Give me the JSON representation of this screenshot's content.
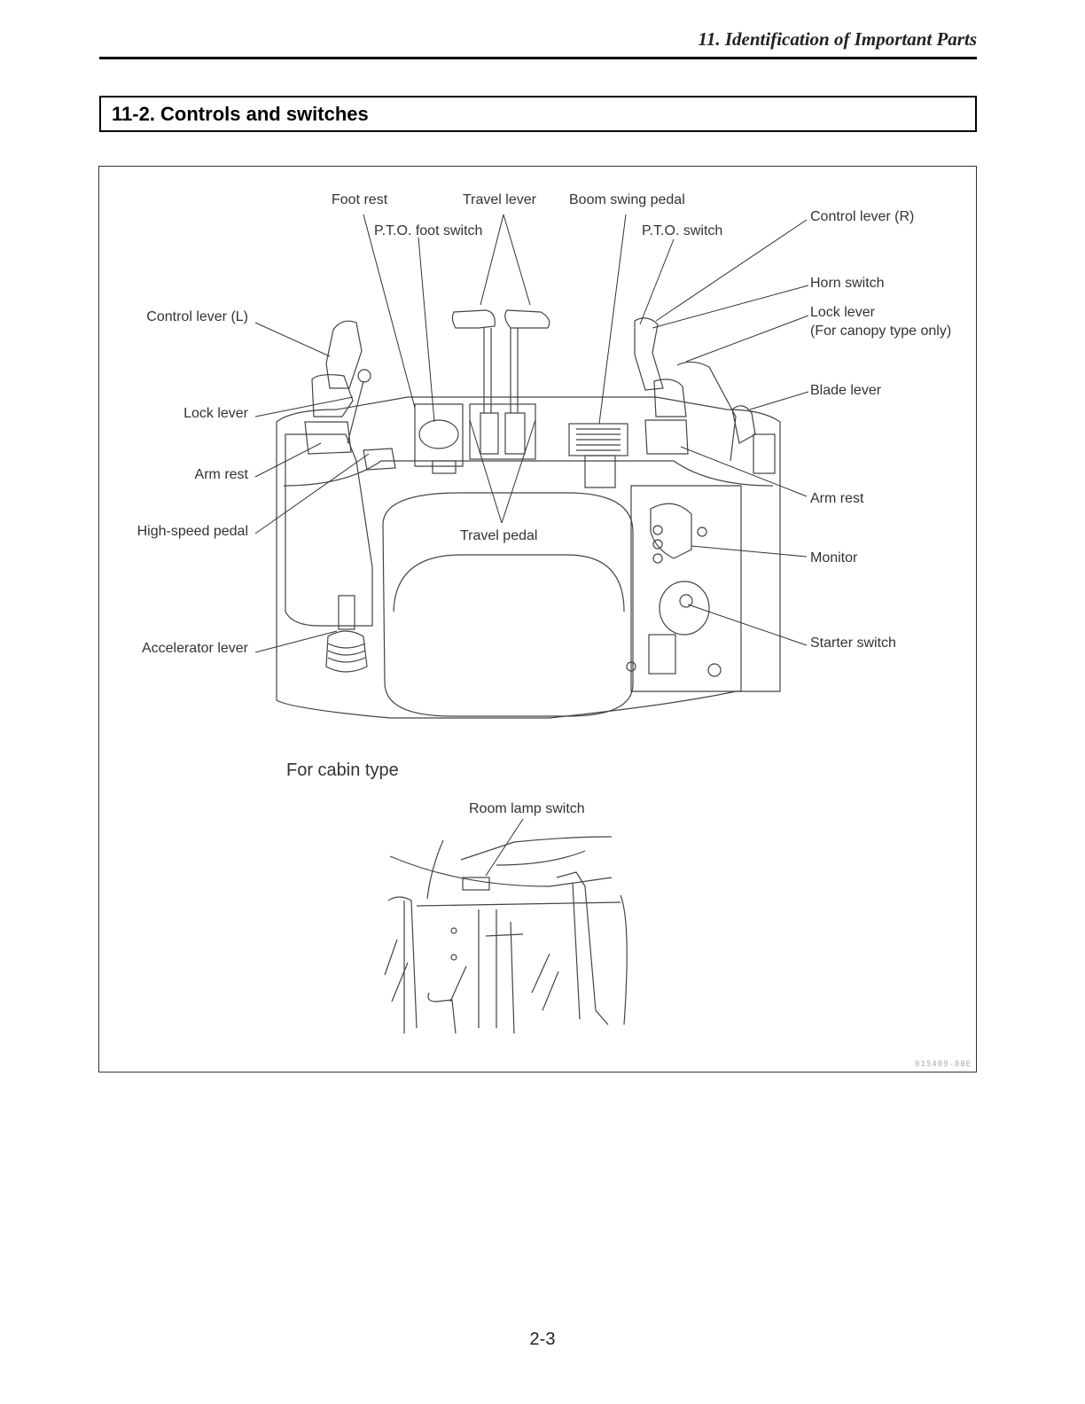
{
  "header": {
    "chapter": "11. Identification of Important Parts"
  },
  "section": {
    "title": "11-2. Controls and switches"
  },
  "figure": {
    "labels": {
      "foot_rest": "Foot rest",
      "travel_lever": "Travel lever",
      "boom_swing_pedal": "Boom swing pedal",
      "pto_foot_switch": "P.T.O. foot switch",
      "pto_switch": "P.T.O. switch",
      "control_lever_r": "Control lever (R)",
      "horn_switch": "Horn switch",
      "lock_lever_r": "Lock lever",
      "lock_lever_r_note": "(For canopy type only)",
      "blade_lever": "Blade lever",
      "arm_rest_r": "Arm rest",
      "monitor": "Monitor",
      "starter_switch": "Starter switch",
      "control_lever_l": "Control lever (L)",
      "lock_lever_l": "Lock lever",
      "arm_rest_l": "Arm rest",
      "high_speed_pedal": "High-speed pedal",
      "travel_pedal": "Travel pedal",
      "accelerator_lever": "Accelerator lever",
      "cabin_caption": "For cabin type",
      "room_lamp_switch": "Room lamp switch"
    },
    "code": "015409-00E"
  },
  "page": {
    "number": "2-3"
  }
}
